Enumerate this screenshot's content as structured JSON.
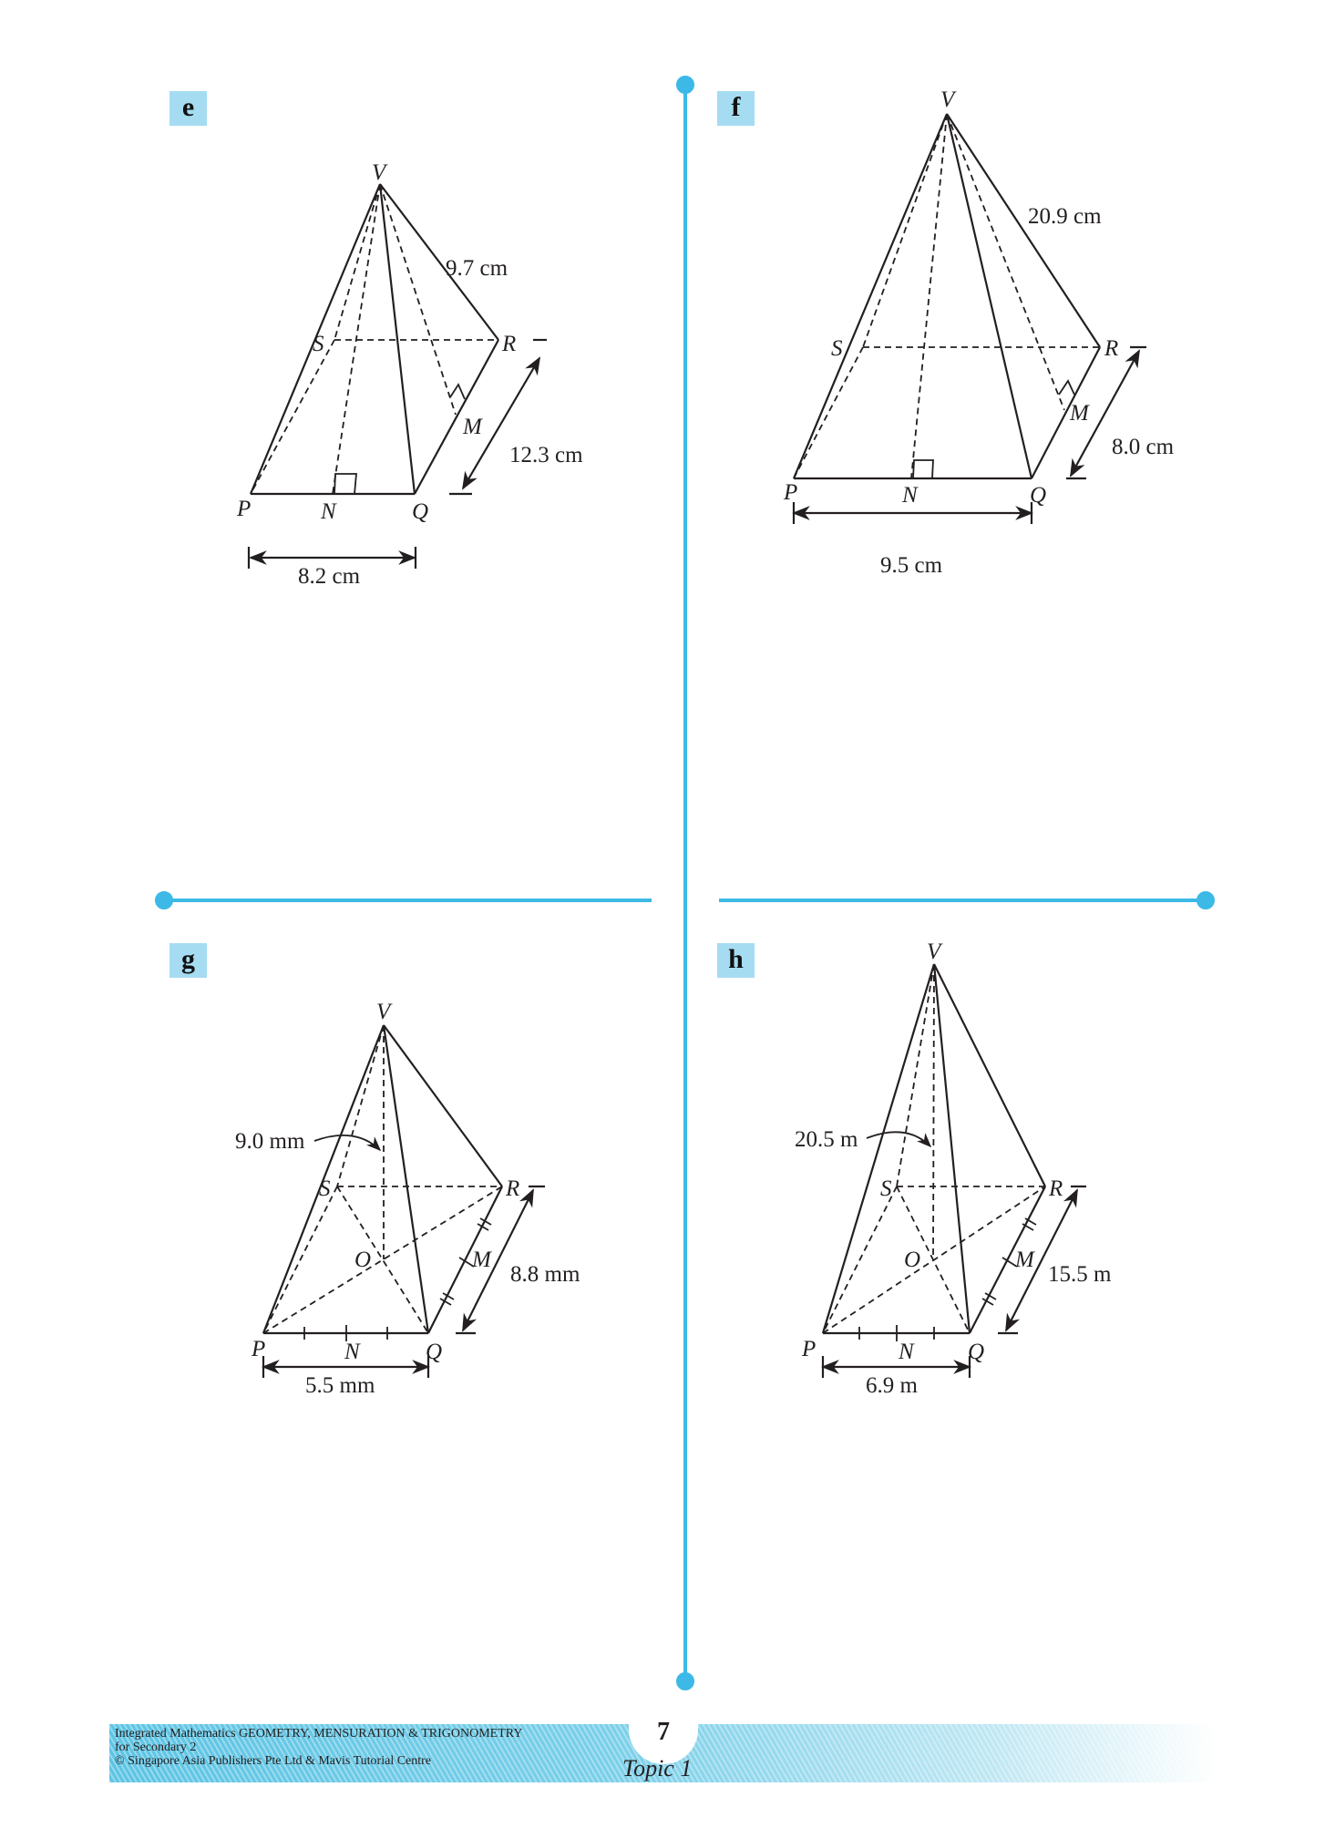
{
  "colors": {
    "divider": "#3cb9e6",
    "badge_bg": "#a6dcf2",
    "ink": "#231f20"
  },
  "figures": {
    "e": {
      "badge": "e",
      "vertices": {
        "V": "V",
        "P": "P",
        "Q": "Q",
        "R": "R",
        "S": "S",
        "N": "N",
        "M": "M"
      },
      "slant_edge": "9.7 cm",
      "base_width": "8.2 cm",
      "base_depth": "12.3 cm"
    },
    "f": {
      "badge": "f",
      "vertices": {
        "V": "V",
        "P": "P",
        "Q": "Q",
        "R": "R",
        "S": "S",
        "N": "N",
        "M": "M"
      },
      "slant_edge": "20.9 cm",
      "base_width": "9.5 cm",
      "base_depth": "8.0 cm"
    },
    "g": {
      "badge": "g",
      "vertices": {
        "V": "V",
        "P": "P",
        "Q": "Q",
        "R": "R",
        "S": "S",
        "N": "N",
        "M": "M",
        "O": "O"
      },
      "height": "9.0 mm",
      "base_width": "5.5 mm",
      "base_depth": "8.8 mm"
    },
    "h": {
      "badge": "h",
      "vertices": {
        "V": "V",
        "P": "P",
        "Q": "Q",
        "R": "R",
        "S": "S",
        "N": "N",
        "M": "M",
        "O": "O"
      },
      "height": "20.5 m",
      "base_width": "6.9 m",
      "base_depth": "15.5 m"
    }
  },
  "footer": {
    "line1": "Integrated Mathematics GEOMETRY, MENSURATION & TRIGONOMETRY",
    "line2": "for Secondary 2",
    "line3": "© Singapore Asia Publishers Pte Ltd & Mavis Tutorial Centre",
    "page_number": "7",
    "topic": "Topic 1"
  }
}
